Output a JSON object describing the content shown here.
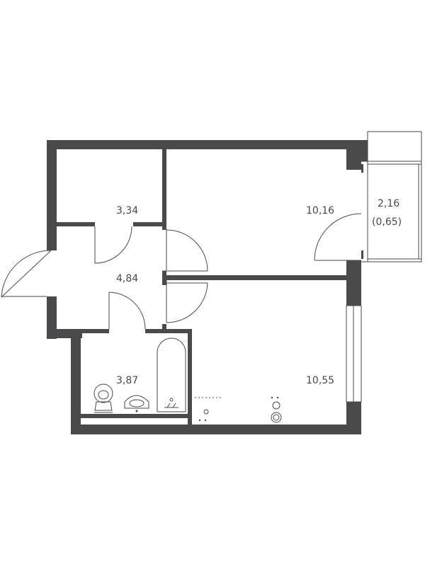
{
  "colors": {
    "wall": "#4a4a4d",
    "line": "#4a4a4d",
    "background": "#ffffff"
  },
  "rooms": {
    "storage": {
      "area": "3,34"
    },
    "hall": {
      "area": "4,84"
    },
    "bathroom": {
      "area": "3,87"
    },
    "room_top": {
      "area": "10,16"
    },
    "room_bottom": {
      "area": "10,55"
    },
    "balcony": {
      "area": "2,16",
      "reduced_area": "(0,65)"
    }
  }
}
